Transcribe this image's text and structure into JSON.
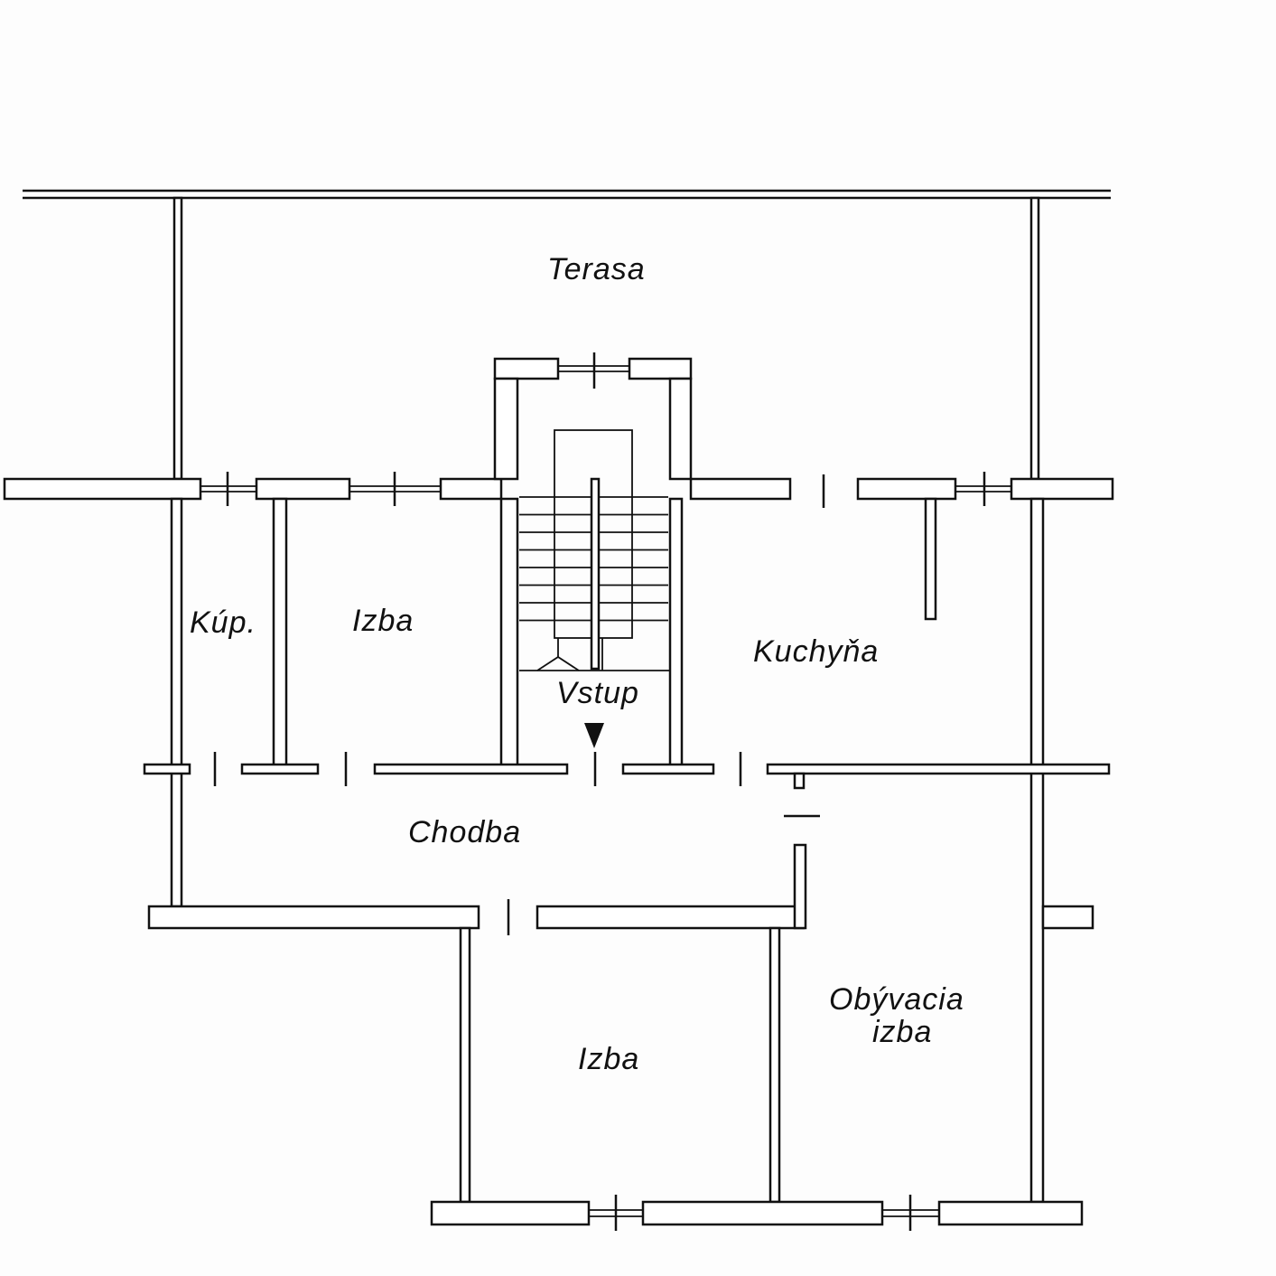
{
  "rooms": {
    "terasa": "Terasa",
    "kupelna": "Kúp.",
    "izba_1": "Izba",
    "kuchyna": "Kuchyňa",
    "vstup": "Vstup",
    "chodba": "Chodba",
    "izba_2": "Izba",
    "obyvacia_line1": "Obývacia",
    "obyvacia_line2": "izba"
  },
  "colors": {
    "ink": "#111111",
    "paper": "#fdfdfd"
  }
}
